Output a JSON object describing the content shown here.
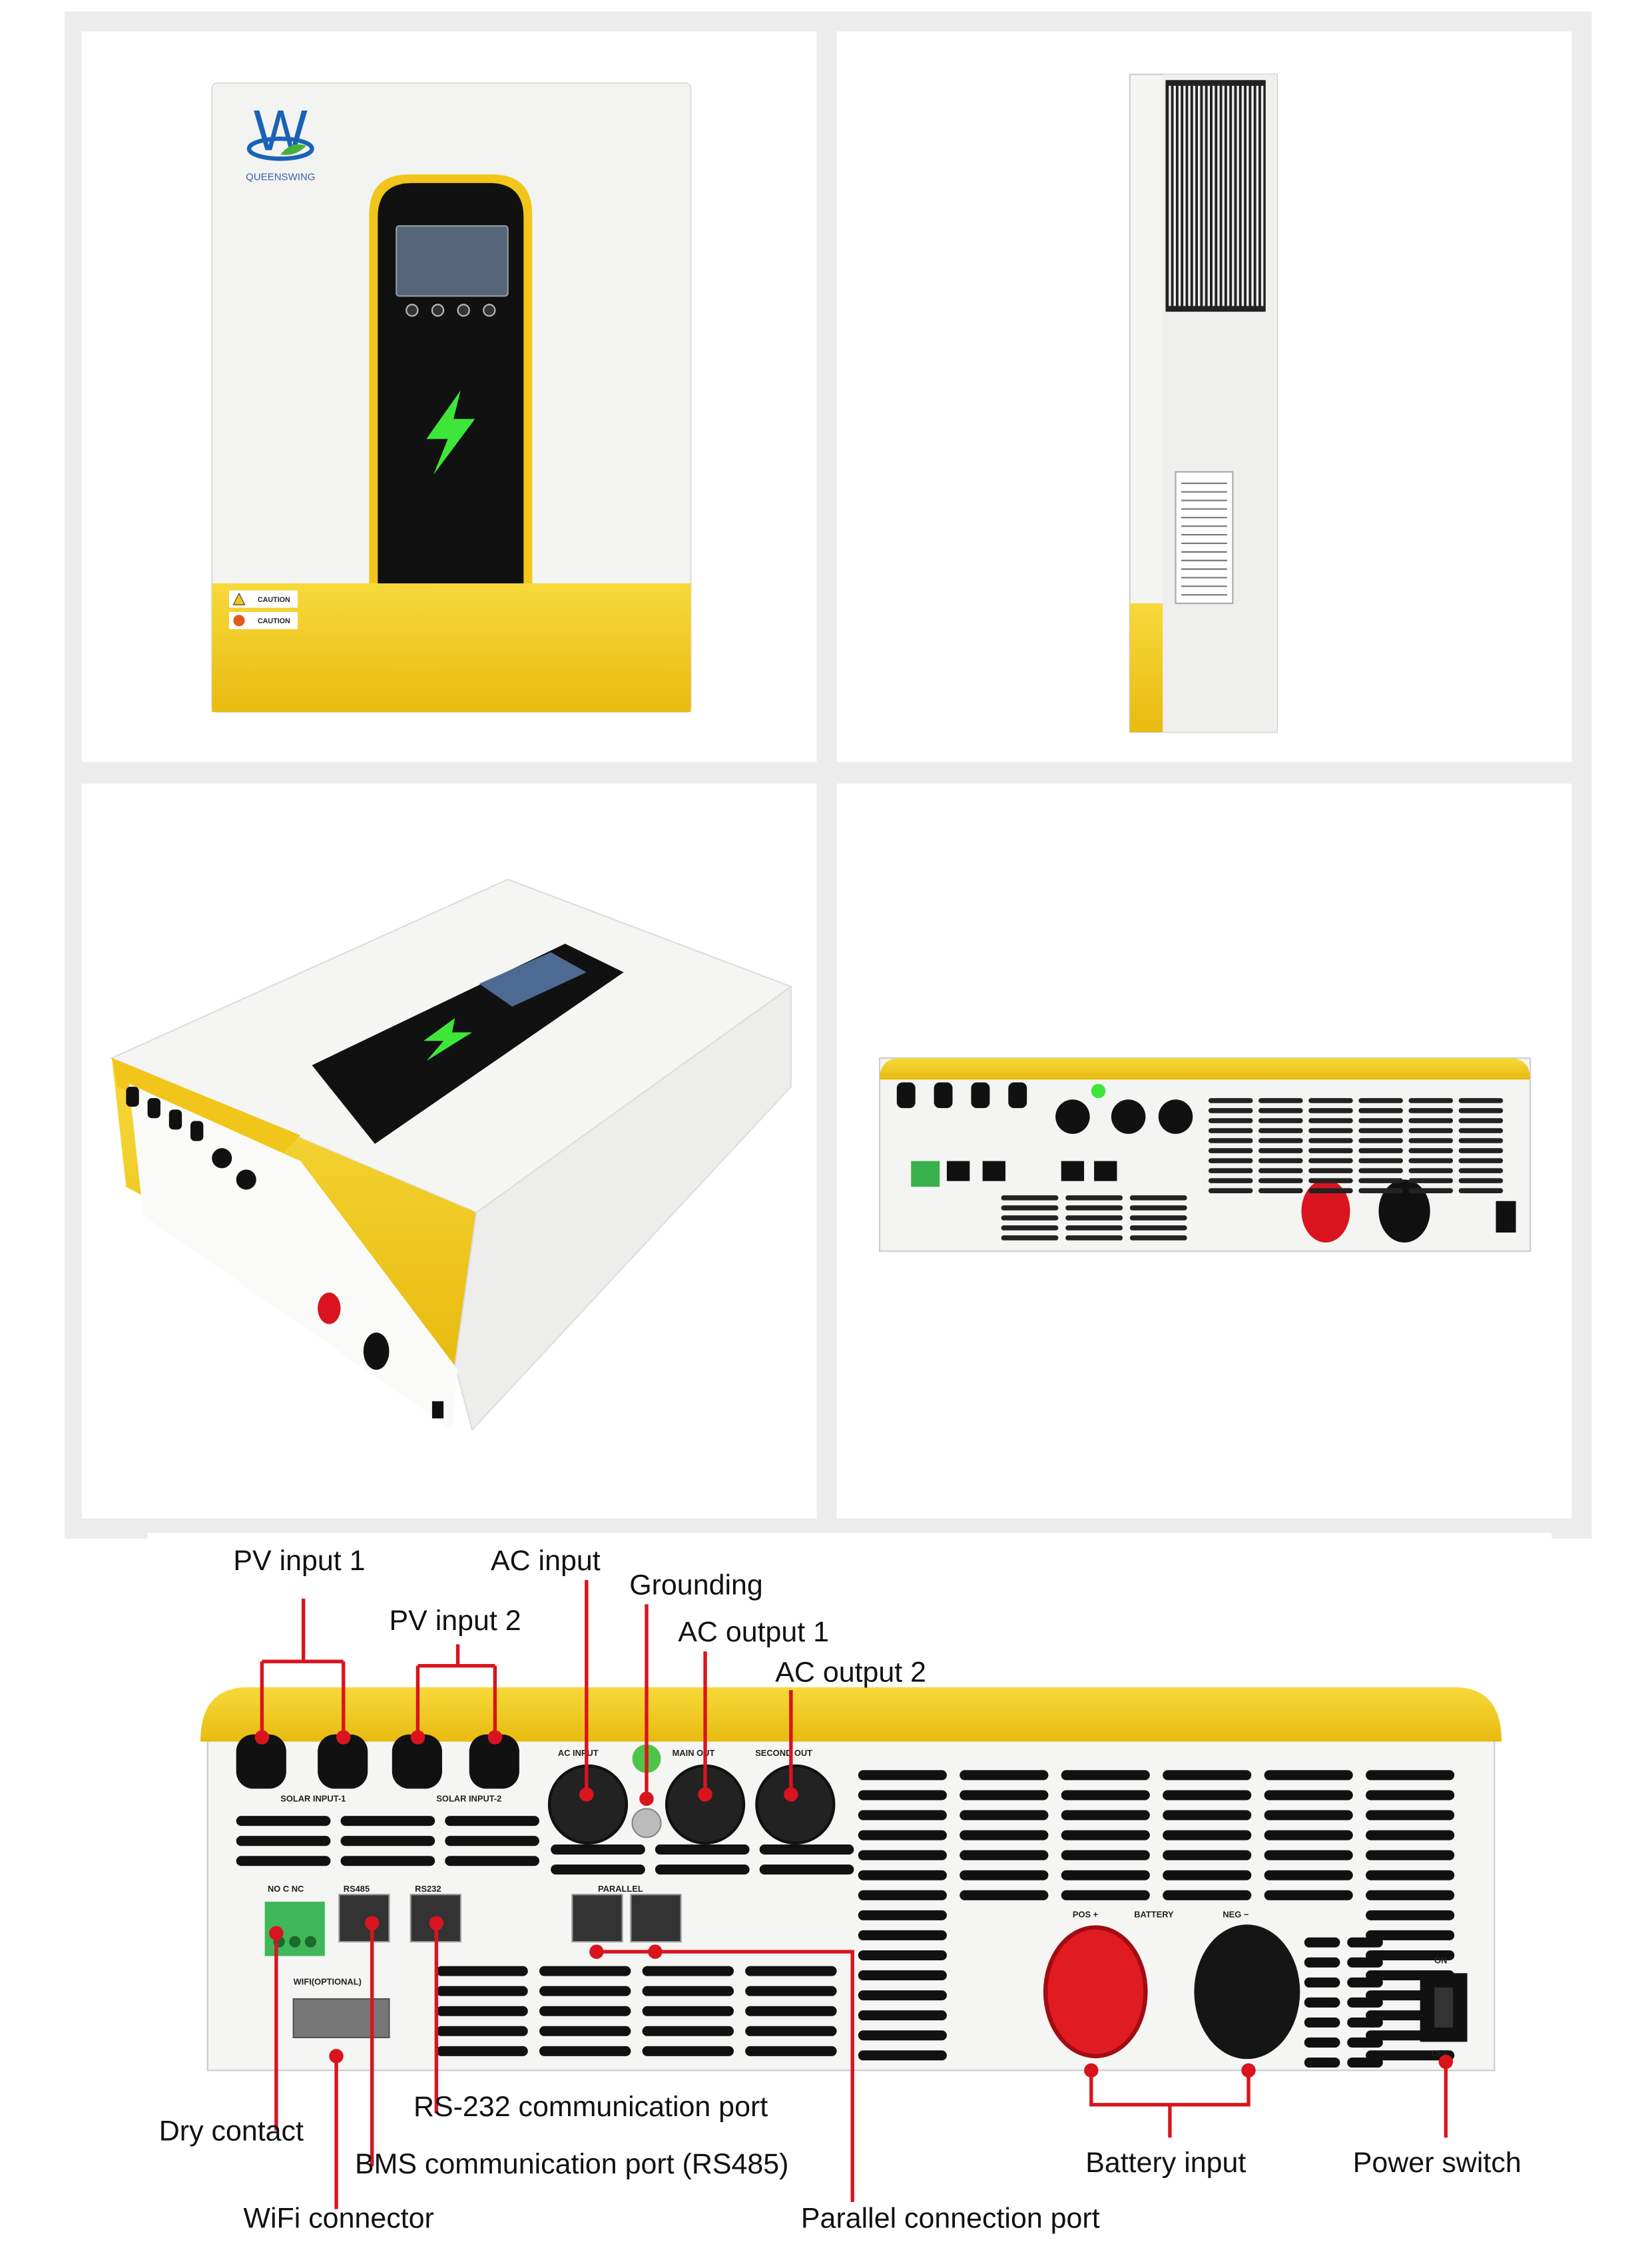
{
  "brand": {
    "logo_text": "QUEENSWING"
  },
  "front_view": {
    "caution_labels": [
      "CAUTION",
      "CAUTION"
    ]
  },
  "rear_panel": {
    "solar_input_1": "SOLAR INPUT-1",
    "solar_input_2": "SOLAR INPUT-2",
    "ac_input": "AC INPUT",
    "main_out": "MAIN OUT",
    "second_out": "SECOND OUT",
    "dry_contact": "NO C NC",
    "rs485": "RS485",
    "rs232": "RS232",
    "parallel": "PARALLEL",
    "wifi": "WIFI(OPTIONAL)",
    "pos": "POS +",
    "battery": "BATTERY",
    "neg": "NEG −",
    "on": "ON",
    "off": "OFF"
  },
  "callouts": {
    "pv_input_1": "PV input 1",
    "ac_input": "AC input",
    "grounding": "Grounding",
    "pv_input_2": "PV input 2",
    "ac_output_1": "AC output 1",
    "ac_output_2": "AC output 2",
    "dry_contact": "Dry contact",
    "rs232_port": "RS-232 communication port",
    "bms_port": "BMS communication port (RS485)",
    "wifi_connector": "WiFi connector",
    "parallel_port": "Parallel connection port",
    "battery_input": "Battery input",
    "power_switch": "Power switch"
  },
  "colors": {
    "yellow": "#f2cb1c",
    "red": "#d9141e",
    "green": "#3ee63a"
  }
}
